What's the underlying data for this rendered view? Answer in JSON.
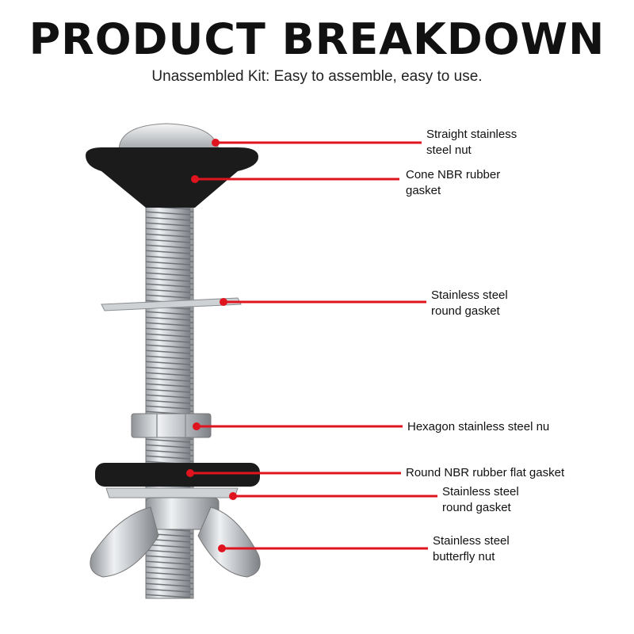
{
  "header": {
    "title": "PRODUCT BREAKDOWN",
    "subtitle": "Unassembled Kit: Easy to assemble, easy to use."
  },
  "parts": [
    {
      "label": "Straight stainless steel nut"
    },
    {
      "label": "Cone NBR rubber gasket"
    },
    {
      "label": "Stainless steel round gasket"
    },
    {
      "label": "Hexagon stainless steel nu"
    },
    {
      "label": "Round NBR rubber flat gasket"
    },
    {
      "label": "Stainless steel round gasket"
    },
    {
      "label": "Stainless steel butterfly nut"
    }
  ],
  "colors": {
    "leader_line": "#e0141e",
    "rubber": "#1b1b1b",
    "steel": "#b8bcc0"
  }
}
